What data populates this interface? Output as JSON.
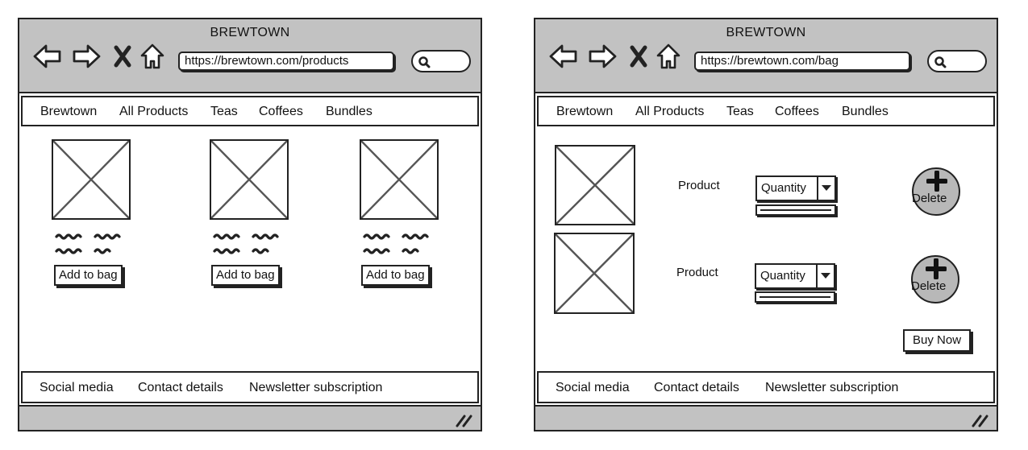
{
  "windows": {
    "products": {
      "title": "BREWTOWN",
      "url": "https://brewtown.com/products",
      "menu": [
        "Brewtown",
        "All Products",
        "Teas",
        "Coffees",
        "Bundles"
      ],
      "product_cards": [
        {
          "button_label": "Add to bag"
        },
        {
          "button_label": "Add to bag"
        },
        {
          "button_label": "Add to bag"
        }
      ],
      "footer": [
        "Social media",
        "Contact details",
        "Newsletter subscription"
      ]
    },
    "bag": {
      "title": "BREWTOWN",
      "url": "https://brewtown.com/bag",
      "menu": [
        "Brewtown",
        "All Products",
        "Teas",
        "Coffees",
        "Bundles"
      ],
      "items": [
        {
          "product_label": "Product",
          "quantity_label": "Quantity",
          "delete_label": "Delete"
        },
        {
          "product_label": "Product",
          "quantity_label": "Quantity",
          "delete_label": "Delete"
        }
      ],
      "buy_now_label": "Buy Now",
      "footer": [
        "Social media",
        "Contact details",
        "Newsletter subscription"
      ]
    }
  },
  "icons": {
    "back": "back-arrow-icon",
    "forward": "forward-arrow-icon",
    "stop": "close-icon",
    "home": "home-icon",
    "search": "search-icon",
    "resize": "resize-grip-icon",
    "add": "plus-icon",
    "dropdown": "chevron-down-icon"
  },
  "colors": {
    "chrome": "#c2c2c2",
    "ink": "#222222",
    "delete_button": "#b8b8b8"
  }
}
